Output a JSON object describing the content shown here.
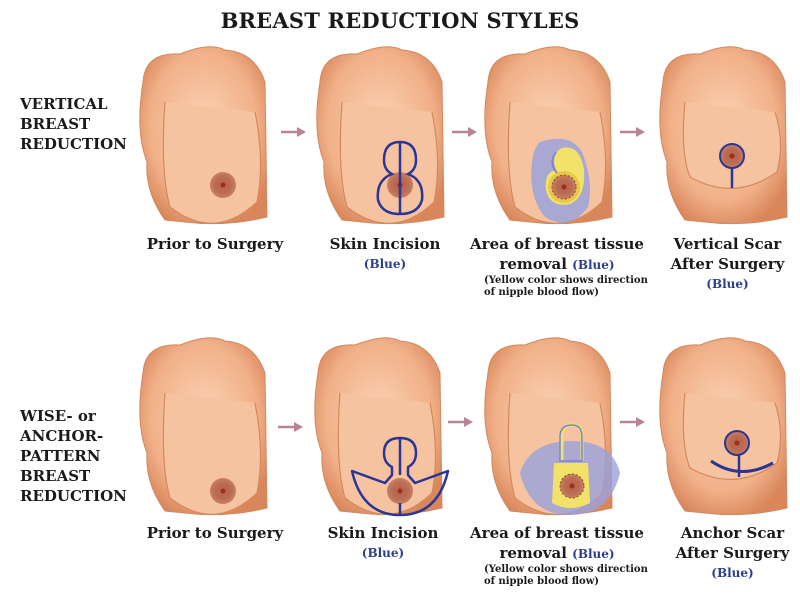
{
  "title": "BREAST REDUCTION STYLES",
  "colors": {
    "skin": "#f2b48c",
    "skin_shadow": "#d9885c",
    "incision_blue": "#2b3597",
    "removal_blue": "#9aa3dc",
    "blood_flow_yellow": "#f3e26a",
    "arrow": "#b98396",
    "blue_label": "#2c3e8c"
  },
  "rows": [
    {
      "label_lines": [
        "VERTICAL",
        "BREAST",
        "REDUCTION"
      ],
      "steps": [
        {
          "caption": "Prior to Surgery",
          "sub": "",
          "note": ""
        },
        {
          "caption": "Skin Incision",
          "sub": "(Blue)",
          "note": ""
        },
        {
          "caption_line1": "Area of breast tissue",
          "caption_line2": "removal",
          "sub": "(Blue)",
          "note": "(Yellow color shows direction of nipple blood flow)"
        },
        {
          "caption_line1": "Vertical Scar",
          "caption_line2": "After Surgery",
          "sub": "(Blue)",
          "note": ""
        }
      ]
    },
    {
      "label_lines": [
        "WISE- or",
        "ANCHOR-",
        "PATTERN",
        "BREAST",
        "REDUCTION"
      ],
      "steps": [
        {
          "caption": "Prior to Surgery",
          "sub": "",
          "note": ""
        },
        {
          "caption": "Skin Incision",
          "sub": "(Blue)",
          "note": ""
        },
        {
          "caption_line1": "Area of breast tissue",
          "caption_line2": "removal",
          "sub": "(Blue)",
          "note": "(Yellow color shows direction of nipple blood flow)"
        },
        {
          "caption_line1": "Anchor Scar",
          "caption_line2": "After Surgery",
          "sub": "(Blue)",
          "note": ""
        }
      ]
    }
  ],
  "icons": {
    "arrow": "right-arrow-icon",
    "illustration": "torso-illustration-icon"
  }
}
